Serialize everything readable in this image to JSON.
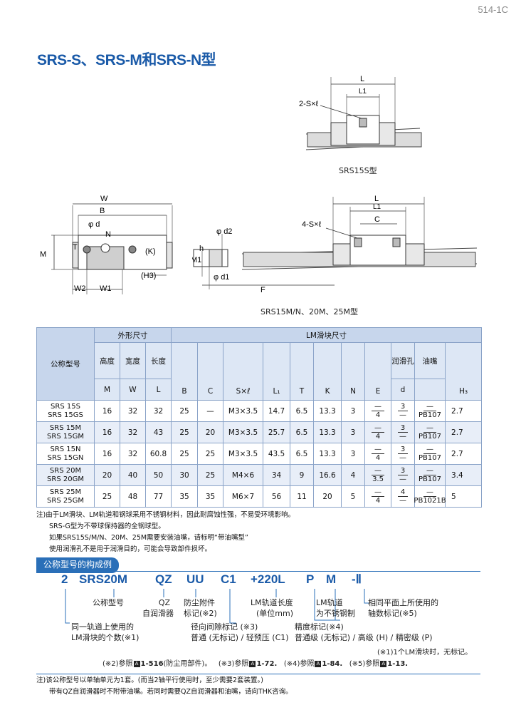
{
  "page_number": "514-1C",
  "title": "SRS-S、SRS-M和SRS-N型",
  "figures": {
    "top_caption": "SRS15S型",
    "bottom_caption": "SRS15M/N、20M、25M型",
    "top_labels": {
      "L": "L",
      "L1": "L1",
      "S": "2-S×ℓ"
    },
    "left_labels": {
      "W": "W",
      "B": "B",
      "d": "φ d",
      "N": "N",
      "T": "T",
      "M": "M",
      "K": "(K)",
      "H3": "(H3)",
      "W2": "W2",
      "W1": "W1"
    },
    "right_labels": {
      "L": "L",
      "L1": "L1",
      "C": "C",
      "S": "4-S×ℓ",
      "d2": "φ d2",
      "h": "h",
      "M1": "M1",
      "d1": "φ d1",
      "F": "F"
    }
  },
  "table": {
    "group_headers": {
      "outer": "外形尺寸",
      "block": "LM滑块尺寸"
    },
    "model_header": "公称型号",
    "col_names": {
      "M": "高度",
      "W": "宽度",
      "L": "长度",
      "lube": "润滑孔",
      "nipple": "油嘴"
    },
    "col_symbols": [
      "M",
      "W",
      "L",
      "B",
      "C",
      "S×ℓ",
      "L₁",
      "T",
      "K",
      "N",
      "E",
      "d",
      "H₃"
    ],
    "rows": [
      {
        "model1": "SRS 15S",
        "model2": "SRS 15GS",
        "M": "16",
        "W": "32",
        "L": "32",
        "B": "25",
        "C": "—",
        "S": "M3×3.5",
        "L1": "14.7",
        "T": "6.5",
        "K": "13.3",
        "N": "3",
        "E_top": "—",
        "E_bot": "4",
        "d_top": "3",
        "d_bot": "—",
        "nip_top": "—",
        "nip_bot": "PB107",
        "H3": "2.7"
      },
      {
        "model1": "SRS 15M",
        "model2": "SRS 15GM",
        "M": "16",
        "W": "32",
        "L": "43",
        "B": "25",
        "C": "20",
        "S": "M3×3.5",
        "L1": "25.7",
        "T": "6.5",
        "K": "13.3",
        "N": "3",
        "E_top": "—",
        "E_bot": "4",
        "d_top": "3",
        "d_bot": "—",
        "nip_top": "—",
        "nip_bot": "PB107",
        "H3": "2.7"
      },
      {
        "model1": "SRS 15N",
        "model2": "SRS 15GN",
        "M": "16",
        "W": "32",
        "L": "60.8",
        "B": "25",
        "C": "25",
        "S": "M3×3.5",
        "L1": "43.5",
        "T": "6.5",
        "K": "13.3",
        "N": "3",
        "E_top": "—",
        "E_bot": "4",
        "d_top": "3",
        "d_bot": "—",
        "nip_top": "—",
        "nip_bot": "PB107",
        "H3": "2.7"
      },
      {
        "model1": "SRS 20M",
        "model2": "SRS 20GM",
        "M": "20",
        "W": "40",
        "L": "50",
        "B": "30",
        "C": "25",
        "S": "M4×6",
        "L1": "34",
        "T": "9",
        "K": "16.6",
        "N": "4",
        "E_top": "—",
        "E_bot": "3.5",
        "d_top": "3",
        "d_bot": "—",
        "nip_top": "—",
        "nip_bot": "PB107",
        "H3": "3.4"
      },
      {
        "model1": "SRS 25M",
        "model2": "SRS 25GM",
        "M": "25",
        "W": "48",
        "L": "77",
        "B": "35",
        "C": "35",
        "S": "M6×7",
        "L1": "56",
        "T": "11",
        "K": "20",
        "N": "5",
        "E_top": "—",
        "E_bot": "4",
        "d_top": "4",
        "d_bot": "—",
        "nip_top": "—",
        "nip_bot": "PB1021B",
        "H3": "5"
      }
    ]
  },
  "notes": [
    "注)由于LM滑块、LM轨道和钢球采用不锈钢材料，因此耐腐蚀性强，不易受环境影响。",
    "SRS-G型为不带球保持器的全钢球型。",
    "如果SRS15S/M/N、20M、25M需要安装油嘴，请标明“带油嘴型”",
    "使用润滑孔不是用于润滑目的，可能会导致部件损坏。"
  ],
  "section_title": "公称型号的构成例",
  "code_parts": [
    "2",
    "SRS20M",
    "QZ",
    "UU",
    "C1",
    "+220L",
    "P",
    "M",
    "-Ⅱ"
  ],
  "code_labels": {
    "model": "公称型号",
    "qz1": "QZ",
    "qz2": "自润滑器",
    "uu1": "防尘附件",
    "uu2": "标记(※2)",
    "rail1": "LM轨道长度",
    "rail2": "(单位mm)",
    "ss1": "LM轨道",
    "ss2": "为不锈钢制",
    "axis1": "相同平面上所使用的",
    "axis2": "轴数标记(※5)",
    "count1": "同一轨道上使用的",
    "count2": "LM滑块的个数(※1)",
    "clear1": "径向间隙标记 (※3)",
    "clear2": "普通 (无标记) / 轻预压 (C1)",
    "prec1": "精度标记(※4)",
    "prec2": "普通级 (无标记) / 高级 (H) / 精密级 (P)"
  },
  "refs": {
    "r1": "(※1)1个LM滑块时，无标记。",
    "r2a": "(※2)参照",
    "r2b": "1-516",
    "r2c": "(防尘用部件)。",
    "r3a": "(※3)参照",
    "r3b": "1-72.",
    "r4a": "(※4)参照",
    "r4b": "1-84.",
    "r5a": "(※5)参照",
    "r5b": "1-13.",
    "box": "A"
  },
  "footnotes": [
    "注)该公称型号以单轴单元为1套。(而当2轴平行使用时，至少需要2套装置。)",
    "带有QZ自润滑器时不附带油嘴。若同时需要QZ自润滑器和油嘴，请向THK咨询。"
  ]
}
